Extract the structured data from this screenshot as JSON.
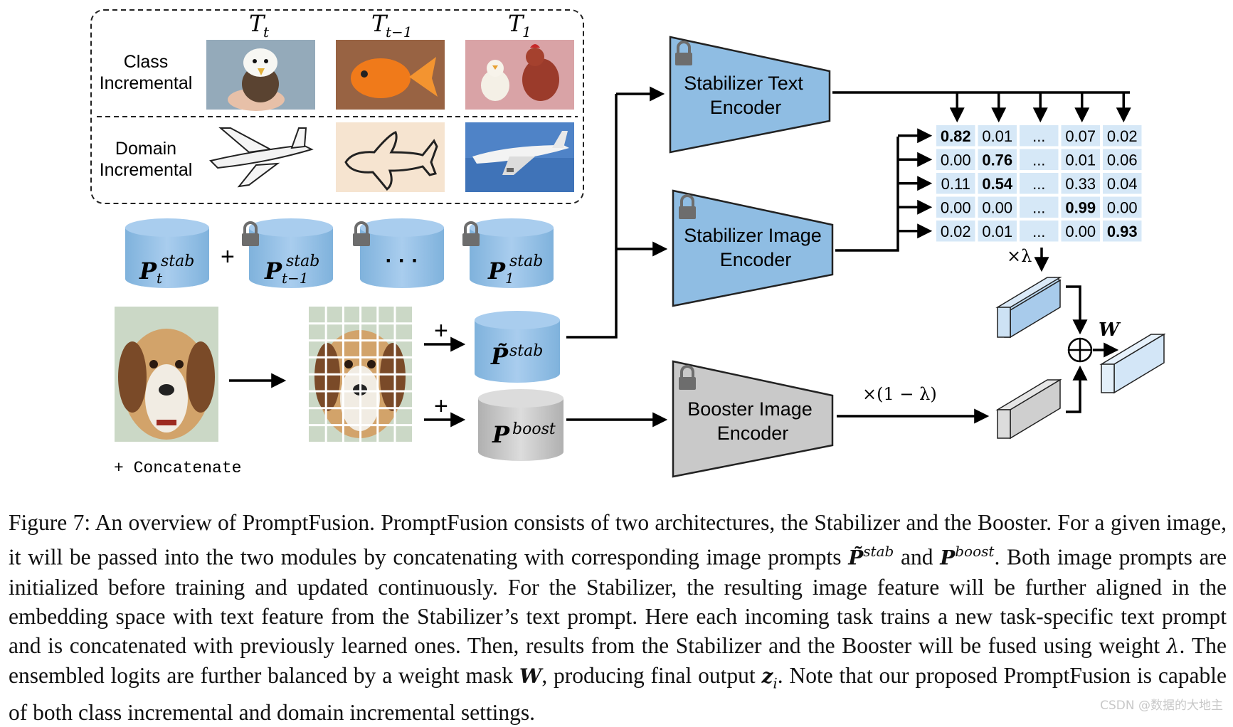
{
  "rows": {
    "class_label_1": "Class",
    "class_label_2": "Incremental",
    "domain_label_1": "Domain",
    "domain_label_2": "Incremental"
  },
  "task_headers": [
    {
      "base": "T",
      "sub": "t"
    },
    {
      "base": "T",
      "sub": "t−1"
    },
    {
      "base": "T",
      "sub": "1"
    }
  ],
  "image_icons": [
    "eagle-plush-image",
    "goldfish-plush-image",
    "chicken-plush-image",
    "airplane-drawing-image",
    "airplane-sketch-image",
    "airplane-photo-image",
    "beagle-painting-image",
    "beagle-patches-image"
  ],
  "prompt_pool": [
    {
      "base": "P",
      "sup": "stab",
      "sub": "t",
      "locked": false
    },
    {
      "base": "P",
      "sup": "stab",
      "sub": "t−1",
      "locked": true
    },
    {
      "base": "· · ·",
      "sup": "",
      "sub": "",
      "locked": true
    },
    {
      "base": "P",
      "sup": "stab",
      "sub": "1",
      "locked": true
    }
  ],
  "plus_sign": "+",
  "image_prompts": {
    "stab": {
      "base": "P̃",
      "sup": "stab"
    },
    "boost": {
      "base": "P",
      "sup": "boost"
    }
  },
  "concat_legend": "+ Concatenate",
  "encoders": {
    "stab_text": [
      "Stabilizer Text",
      "Encoder"
    ],
    "stab_image": [
      "Stabilizer Image",
      "Encoder"
    ],
    "boost_image": [
      "Booster Image",
      "Encoder"
    ]
  },
  "matrix": [
    [
      {
        "v": "0.82",
        "b": true
      },
      {
        "v": "0.01",
        "b": false
      },
      {
        "v": "...",
        "b": false
      },
      {
        "v": "0.07",
        "b": false
      },
      {
        "v": "0.02",
        "b": false
      }
    ],
    [
      {
        "v": "0.00",
        "b": false
      },
      {
        "v": "0.76",
        "b": true
      },
      {
        "v": "...",
        "b": false
      },
      {
        "v": "0.01",
        "b": false
      },
      {
        "v": "0.06",
        "b": false
      }
    ],
    [
      {
        "v": "0.11",
        "b": false
      },
      {
        "v": "0.54",
        "b": true
      },
      {
        "v": "...",
        "b": false
      },
      {
        "v": "0.33",
        "b": false
      },
      {
        "v": "0.04",
        "b": false
      }
    ],
    [
      {
        "v": "0.00",
        "b": false
      },
      {
        "v": "0.00",
        "b": false
      },
      {
        "v": "...",
        "b": false
      },
      {
        "v": "0.99",
        "b": true
      },
      {
        "v": "0.00",
        "b": false
      }
    ],
    [
      {
        "v": "0.02",
        "b": false
      },
      {
        "v": "0.01",
        "b": false
      },
      {
        "v": "...",
        "b": false
      },
      {
        "v": "0.00",
        "b": false
      },
      {
        "v": "0.93",
        "b": true
      }
    ]
  ],
  "labels": {
    "lambda": "×λ",
    "one_minus_lambda": "×(1 − λ)",
    "weight": "W",
    "oplus": "⊕"
  },
  "caption": {
    "p1": "Figure 7: An overview of PromptFusion. PromptFusion consists of two architectures, the Stabilizer and the Booster. For a given image, it will be passed into the two modules by concatenating with corresponding image prompts ",
    "p_stab": "P̃",
    "p_stab_sup": "stab",
    "and": " and ",
    "p_boost": "P",
    "p_boost_sup": "boost",
    "p2": ". Both image prompts are initialized before training and updated continuously. For the Stabilizer, the resulting image feature will be further aligned in the embedding space with text feature from the Stabilizer’s text prompt. Here each incoming task trains a new task-specific text prompt and is concatenated with previously learned ones. Then, results from the Stabilizer and the Booster will be fused using weight ",
    "lambda": "λ",
    "p3": ". The ensembled logits are further balanced by a weight mask ",
    "w": "W",
    "p4": ", producing final output ",
    "z": "z",
    "z_sub": "i",
    "p5": ". Note that our proposed PromptFusion is capable of both class incremental and domain incremental settings."
  },
  "watermark": "CSDN @数据的大地主",
  "colors": {
    "stab_blue": "#8fbde3",
    "stab_blue_dark": "#6fa7d6",
    "boost_gray": "#c9c9c9",
    "cell_bg": "#d6e8f7",
    "lock": "#777777"
  }
}
